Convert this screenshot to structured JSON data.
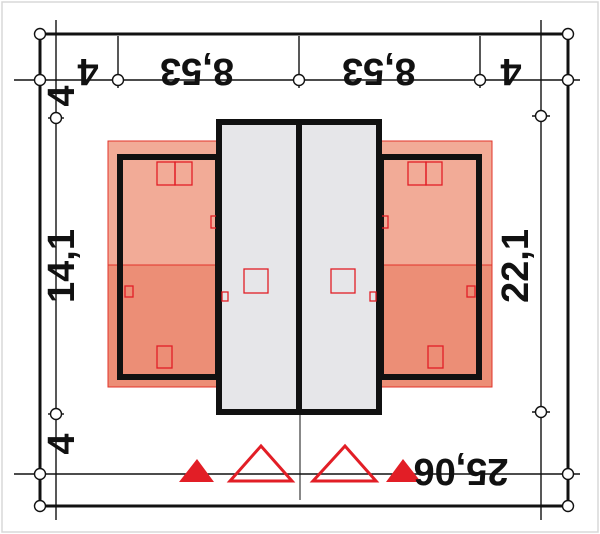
{
  "labels": {
    "top_left_margin": "4",
    "top_left_span": "8,53",
    "top_right_span": "8,53",
    "top_right_margin": "4",
    "left_top_margin": "4",
    "left_depth": "14,1",
    "left_bottom_margin": "4",
    "right_depth": "22,1",
    "bottom_total": "25,06"
  },
  "colors": {
    "frame": "#111111",
    "outer_border": "#d8d8d8",
    "wing_light": "#f2ab97",
    "wing_dark": "#ec8e76",
    "wing_outline": "#e2332a",
    "core_fill": "#e6e6e9",
    "marker": "#e21e26"
  },
  "icons": {
    "filled": "filled-triangle-icon",
    "outline": "outline-triangle-icon"
  }
}
